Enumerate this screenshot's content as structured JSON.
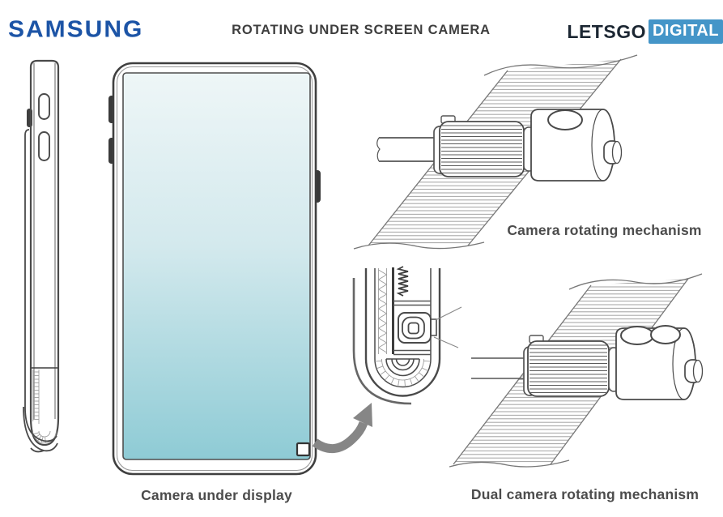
{
  "header": {
    "brand": "SAMSUNG",
    "title": "ROTATING UNDER SCREEN CAMERA",
    "site_logo": {
      "part1": "LETSGO",
      "part2": "DIGITAL"
    }
  },
  "captions": {
    "front_phone": "Camera under display",
    "single_mechanism": "Camera rotating mechanism",
    "dual_mechanism": "Dual camera rotating mechanism"
  },
  "colors": {
    "samsung_blue": "#1c54a6",
    "letsgo_dark": "#1c2733",
    "digital_box_blue": "#4495c8",
    "digital_text": "#ffffff",
    "screen_gradient_top": "#eef6f7",
    "screen_gradient_bottom": "#8ecbd5",
    "sketch_line": "#4a4a4a",
    "caption_text": "#4c4c4c",
    "arrow_gray": "#868686"
  }
}
